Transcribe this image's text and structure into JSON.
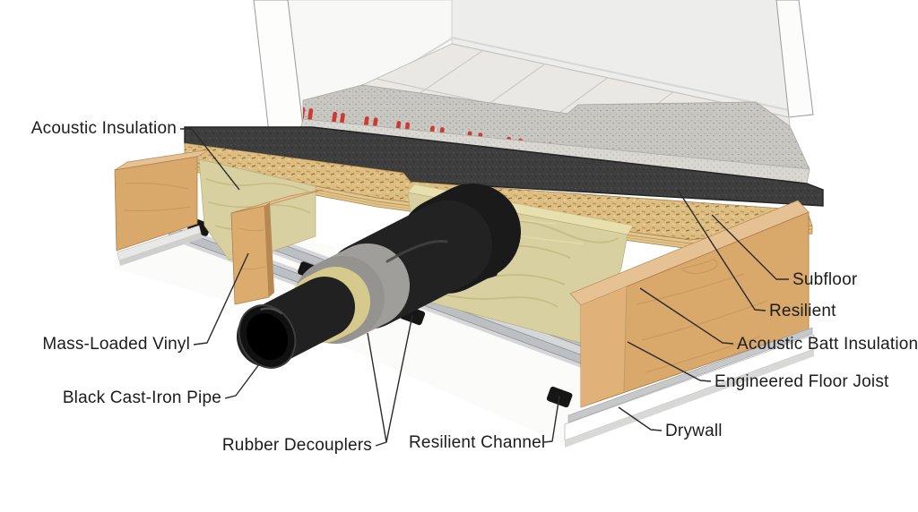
{
  "figure": {
    "type": "cutaway-diagram",
    "subject": "Soundproofed floor assembly cross-section with in-floor radiant heating",
    "background": "#ffffff"
  },
  "labels": {
    "acoustic_insulation": "Acoustic Insulation",
    "mass_loaded_vinyl": "Mass-Loaded Vinyl",
    "black_cast_iron_pipe": "Black Cast-Iron Pipe",
    "rubber_decouplers": "Rubber Decouplers",
    "resilient_channel": "Resilient Channel",
    "subfloor": "Subfloor",
    "resilient": "Resilient",
    "acoustic_batt_insulation": "Acoustic Batt Insulation",
    "engineered_floor_joist": "Engineered Floor Joist",
    "drywall": "Drywall"
  },
  "colors": {
    "heating_tube": "#cc3a32",
    "acoustic_mat": "#3e3e3e",
    "screed": "#c8c6c1",
    "osb": "#dcbe82",
    "wood": "#d9a86b",
    "wood_light": "#e6c193",
    "batt_insulation": "#d8d0a0",
    "pipe": "#222222",
    "decoupler_ring": "#a09e9a",
    "channel_metal": "#c9cbcd",
    "drywall": "#ffffff",
    "wall": "#ededeb",
    "tile": "#e9e8e5",
    "leader_line": "#2a2a2a"
  }
}
